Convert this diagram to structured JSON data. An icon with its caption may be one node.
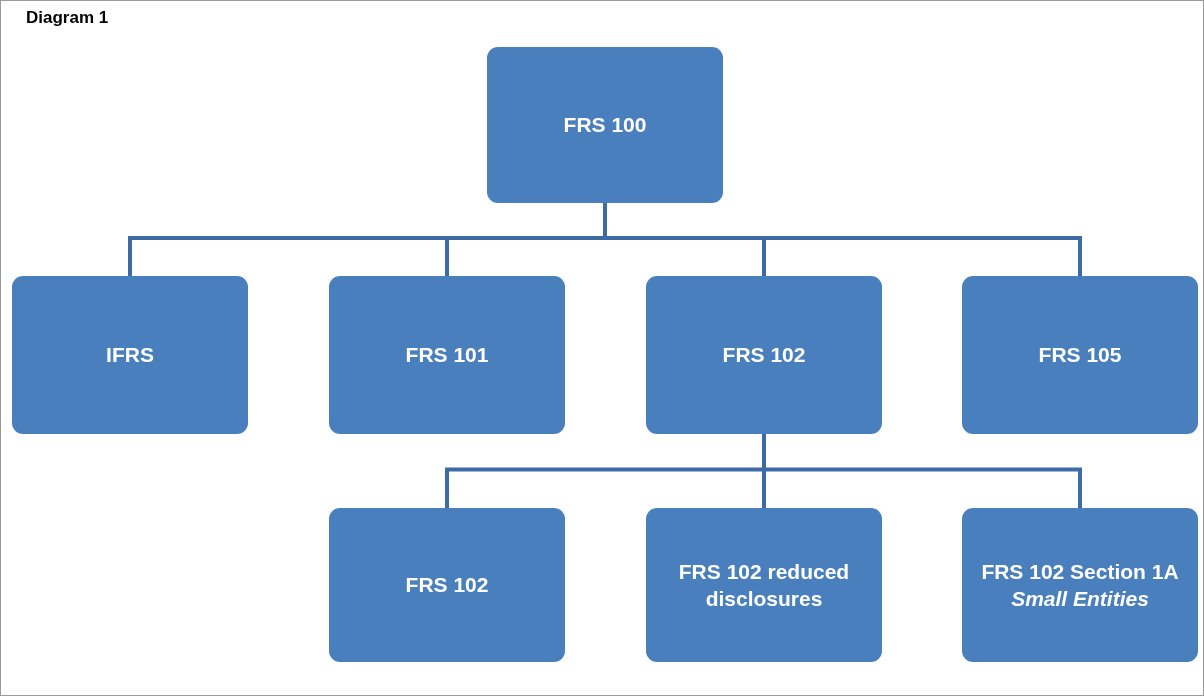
{
  "diagram": {
    "title": "Diagram 1",
    "nodes": [
      {
        "text": [
          "FRS 100"
        ]
      },
      {
        "text": [
          "IFRS"
        ]
      },
      {
        "text": [
          "FRS 101"
        ]
      },
      {
        "text": [
          "FRS 102"
        ]
      },
      {
        "text": [
          "FRS 105"
        ]
      },
      {
        "text": [
          "FRS 102"
        ]
      },
      {
        "text": [
          "FRS 102 reduced disclosures"
        ]
      },
      {
        "text": [
          "FRS 102 Section 1A *Small Entities*"
        ]
      }
    ],
    "edges": [
      {
        "from": 0,
        "to": 1,
        "arrow": "none"
      },
      {
        "from": 0,
        "to": 2,
        "arrow": "none"
      },
      {
        "from": 0,
        "to": 3,
        "arrow": "none"
      },
      {
        "from": 0,
        "to": 4,
        "arrow": "none"
      },
      {
        "from": 3,
        "to": 5,
        "arrow": "none"
      },
      {
        "from": 3,
        "to": 6,
        "arrow": "none"
      },
      {
        "from": 3,
        "to": 7,
        "arrow": "none"
      }
    ]
  }
}
